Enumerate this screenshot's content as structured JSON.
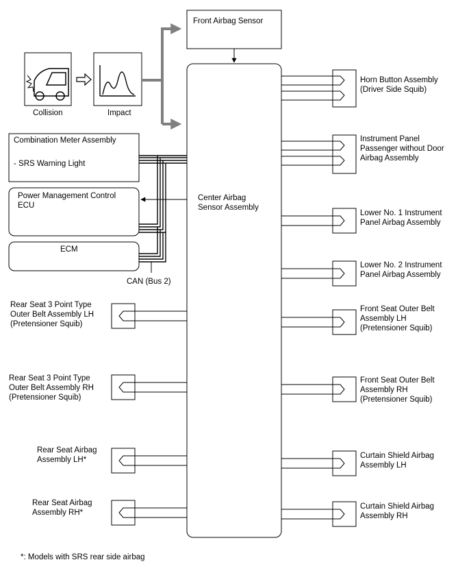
{
  "sensors": {
    "front_airbag_sensor": "Front Airbag Sensor",
    "collision": "Collision",
    "impact": "Impact"
  },
  "center": "Center Airbag\nSensor Assembly",
  "left_units": {
    "combination_meter": "Combination Meter Assembly",
    "srs_warning": "- SRS Warning Light",
    "power_mgmt": "Power Management Control\nECU",
    "ecm": "ECM",
    "can_bus": "CAN (Bus 2)"
  },
  "left_squibs": [
    "Rear Seat 3 Point Type\nOuter Belt Assembly LH\n(Pretensioner Squib)",
    "Rear Seat 3 Point Type\nOuter Belt Assembly RH\n(Pretensioner Squib)",
    "Rear Seat Airbag\nAssembly LH*",
    "Rear Seat Airbag\nAssembly RH*"
  ],
  "right_squibs": [
    "Horn Button Assembly\n(Driver Side Squib)",
    "Instrument Panel\nPassenger without Door\nAirbag Assembly",
    "Lower No. 1 Instrument\nPanel Airbag Assembly",
    "Lower No. 2 Instrument\nPanel Airbag Assembly",
    "Front Seat Outer Belt\nAssembly LH\n(Pretensioner Squib)",
    "Front Seat Outer Belt\nAssembly RH\n(Pretensioner Squib)",
    "Curtain Shield Airbag\nAssembly LH",
    "Curtain Shield Airbag\nAssembly RH"
  ],
  "footnote": "*: Models with SRS rear side airbag"
}
